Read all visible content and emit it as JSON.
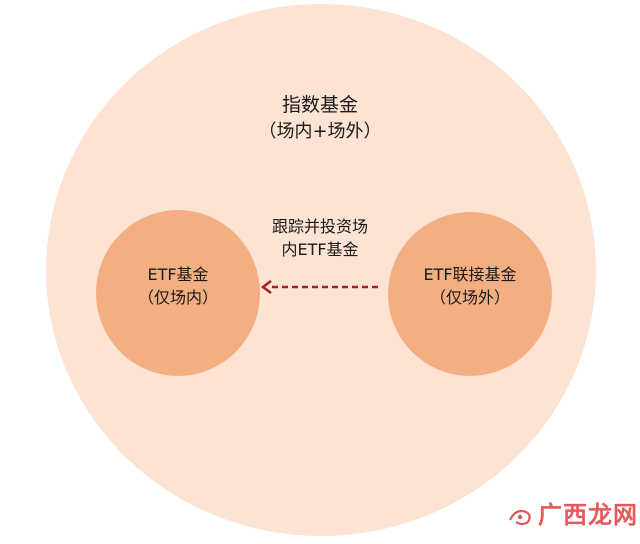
{
  "diagram": {
    "outer": {
      "title": "指数基金",
      "subtitle": "（场内+场外）"
    },
    "left_node": {
      "line1": "ETF基金",
      "line2": "（仅场内）"
    },
    "right_node": {
      "line1": "ETF联接基金",
      "line2": "（仅场外）"
    },
    "arrow": {
      "label_line1": "跟踪并投资场",
      "label_line2": "内ETF基金"
    }
  },
  "watermark": {
    "text": "广西龙网"
  },
  "colors": {
    "outer_circle": "#fce3d3",
    "inner_circles": "#f3ae82",
    "arrow": "#a81f24",
    "watermark": "#e45a5a"
  }
}
